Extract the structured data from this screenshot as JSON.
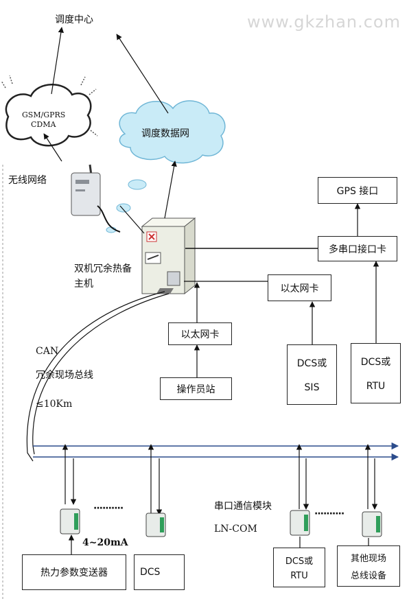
{
  "watermark": "www.gkzhan.com",
  "labels": {
    "dispatch_center": "调度中心",
    "gsm_line1": "GSM/GPRS",
    "gsm_line2": "CDMA",
    "dispatch_network": "调度数据网",
    "wireless_network": "无线网络",
    "host_line1": "双机冗余热备",
    "host_line2": "主机",
    "can": "CAN",
    "redundant_bus": "冗余现场总线",
    "distance": "≤10Km",
    "current": "4~20mA",
    "serial_module": "串口通信模块",
    "ln_com": "LN-COM",
    "ellipsis": "··········"
  },
  "boxes": {
    "gps": "GPS 接口",
    "multi_serial": "多串口接口卡",
    "ethernet_right": "以太网卡",
    "ethernet_left": "以太网卡",
    "operator": "操作员站",
    "dcs_sis_1": "DCS或",
    "dcs_sis_2": "SIS",
    "dcs_rtu_1": "DCS或",
    "dcs_rtu_2": "RTU",
    "thermal_transmitter": "热力参数变送器",
    "dcs": "DCS",
    "dcs_rtu_small_1": "DCS或",
    "dcs_rtu_small_2": "RTU",
    "other_field_1": "其他现场",
    "other_field_2": "总线设备"
  },
  "colors": {
    "bus_line": "#2b4c8c",
    "cloud_fill": "#c9ebf7",
    "cloud_stroke": "#6fb6d6",
    "module_green": "#2f9e5a"
  }
}
